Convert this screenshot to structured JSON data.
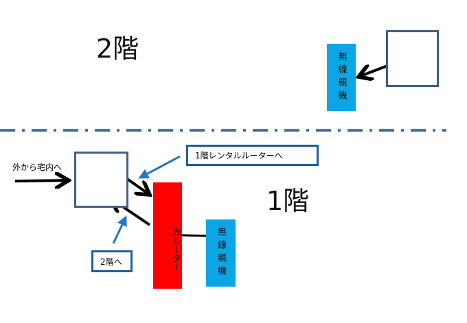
{
  "floor2": {
    "label": "2階",
    "access_point": "無線親機"
  },
  "floor1": {
    "label": "1階",
    "incoming_label": "外から宅内へ",
    "router_label": "光ルーター",
    "access_point": "無線親機",
    "callout_rental": "1階レンタルルーターへ",
    "callout_floor2": "2階へ"
  },
  "colors": {
    "divider": "#4a72a8",
    "box_border": "#3f5f84",
    "access_point": "#0ea5e4",
    "router": "#fe0000",
    "callout": "#1f5f9a"
  }
}
